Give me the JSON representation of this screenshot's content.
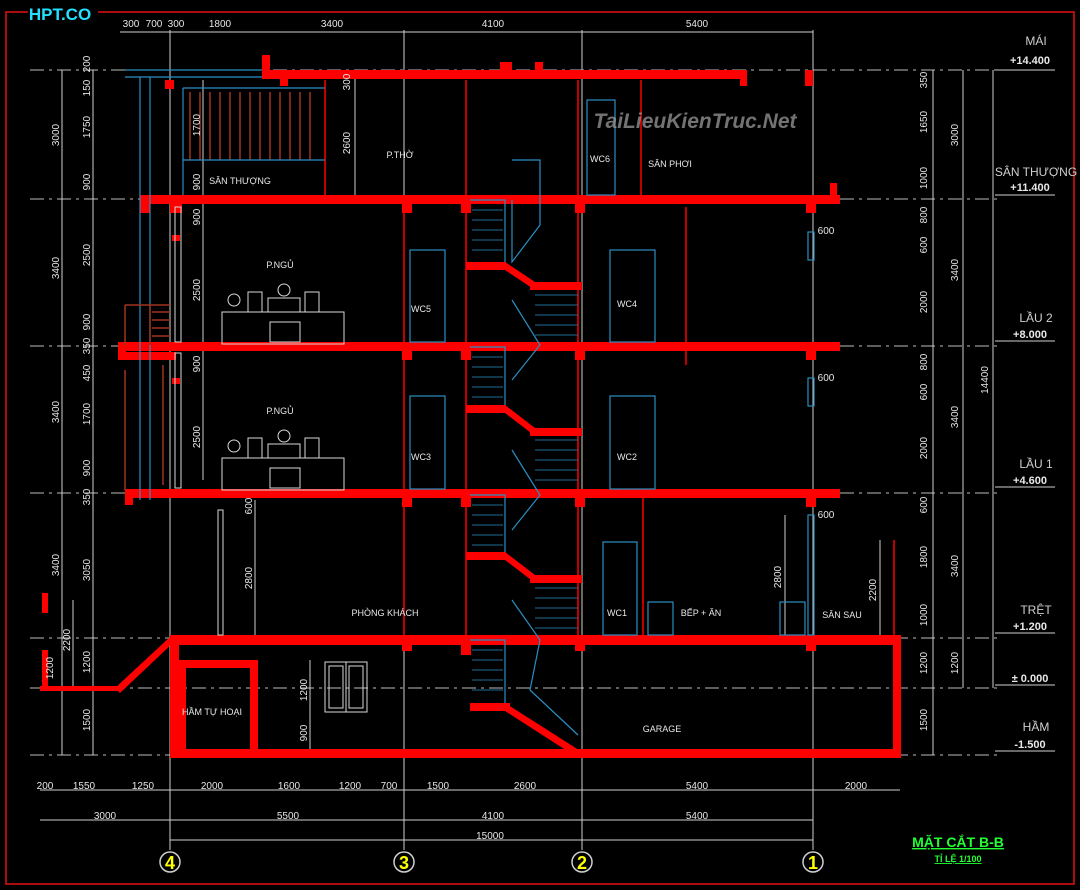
{
  "title": "HPT.CO",
  "watermark": "TaiLieuKienTruc.Net",
  "drawing_title": "MẶT CẮT B-B",
  "scale": "TỈ LỆ 1/100",
  "top_dims": [
    "300",
    "700",
    "300",
    "1800",
    "3400",
    "4100",
    "5400"
  ],
  "left_dims": [
    "200",
    "150",
    "1750",
    "900",
    "2500",
    "900",
    "350",
    "450",
    "1700",
    "900",
    "350",
    "3050",
    "1200",
    "1500",
    "3000",
    "3400",
    "3400",
    "3400",
    "2200",
    "1200"
  ],
  "inner_dims": [
    "1700",
    "900",
    "900",
    "2500",
    "900",
    "2500",
    "600",
    "2800",
    "300",
    "2600",
    "1200",
    "900",
    "600",
    "600",
    "600",
    "2800",
    "2200"
  ],
  "right_dims": [
    "350",
    "1650",
    "1000",
    "800",
    "600",
    "2000",
    "800",
    "600",
    "2000",
    "600",
    "1800",
    "1000",
    "1200",
    "1500",
    "3000",
    "3400",
    "3400",
    "3400",
    "1200",
    "14400"
  ],
  "levels": [
    {
      "name": "MÁI",
      "elev": "+14.400"
    },
    {
      "name": "SÂN THƯỢNG",
      "elev": "+11.400"
    },
    {
      "name": "LẦU 2",
      "elev": "+8.000"
    },
    {
      "name": "LẦU 1",
      "elev": "+4.600"
    },
    {
      "name": "TRỆT",
      "elev": "+1.200"
    },
    {
      "name": "",
      "elev": "± 0.000"
    },
    {
      "name": "HẦM",
      "elev": "-1.500"
    }
  ],
  "rooms": [
    "P.THỜ",
    "SÂN THƯỢNG",
    "WC6",
    "SÂN PHƠI",
    "P.NGỦ",
    "WC5",
    "WC4",
    "P.NGỦ",
    "WC3",
    "WC2",
    "PHÒNG KHÁCH",
    "WC1",
    "BẾP + ĂN",
    "SÂN SAU",
    "HẦM TỰ HOẠI",
    "GARAGE"
  ],
  "bottom_dims": {
    "row1": [
      "200",
      "1550",
      "1250",
      "2000",
      "1600",
      "1200",
      "700",
      "1500",
      "2600",
      "5400",
      "2000"
    ],
    "row2": [
      "3000",
      "5500",
      "4100",
      "5400"
    ],
    "total": "15000"
  },
  "axes": [
    "4",
    "3",
    "2",
    "1"
  ]
}
